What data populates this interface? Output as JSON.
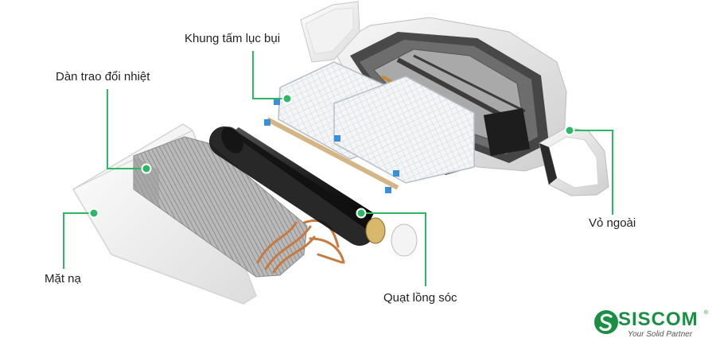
{
  "labels": {
    "dust_filter_frame": "Khung tấm lục bụi",
    "heat_exchanger": "Dàn trao đổi nhiệt",
    "outer_casing": "Vỏ ngoài",
    "front_mask": "Mặt nạ",
    "cross_flow_fan": "Quạt lồng sóc"
  },
  "brand": {
    "name": "SISCOM",
    "tagline": "Your  Solid  Partner",
    "registered": "®"
  },
  "colors": {
    "accent_green": "#2db866",
    "brand_green": "#1a8f44",
    "leader_line": "#2db866",
    "text": "#222222",
    "copper": "#c77a3f",
    "filter_blue": "#3a8fd8"
  }
}
